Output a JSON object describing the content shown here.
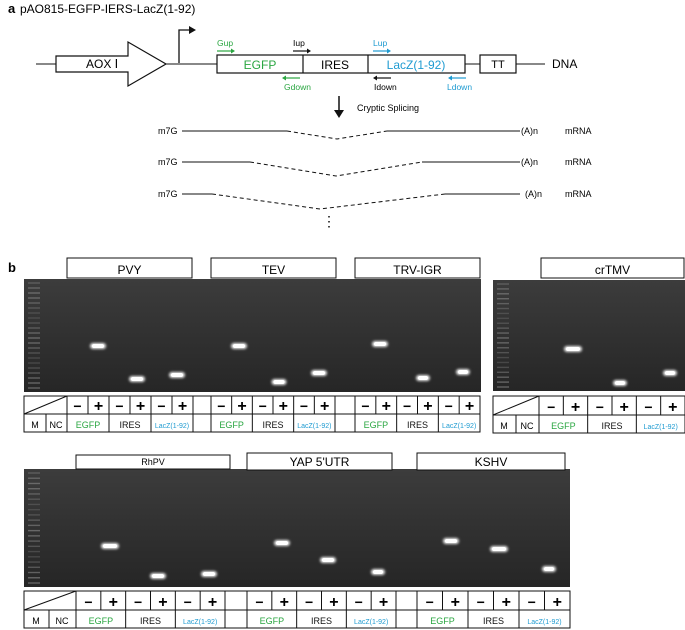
{
  "panel_a": {
    "letter": "a",
    "title": "pAO815-EGFP-IERS-LacZ(1-92)",
    "promoter": "AOX Ⅰ",
    "egfp": "EGFP",
    "ires": "IRES",
    "lacz": "LacZ(1-92)",
    "tt": "TT",
    "dna": "DNA",
    "gup": "Gup",
    "gdown": "Gdown",
    "iup": "Iup",
    "idown": "Idown",
    "lup": "Lup",
    "ldown": "Ldown",
    "splicing": "Cryptic Splicing",
    "cap": "m7G",
    "polya": "(A)n",
    "mrna": "mRNA",
    "ellipsis": "⋮"
  },
  "panel_b": {
    "letter": "b",
    "groups": {
      "pvy": "PVY",
      "tev": "TEV",
      "trv": "TRV-IGR",
      "crtmv": "crTMV",
      "rhpv": "RhPV",
      "yap": "YAP  5'UTR",
      "kshv": "KSHV"
    },
    "minus": "−",
    "plus": "+",
    "m": "M",
    "nc": "NC",
    "egfp": "EGFP",
    "ires": "IRES",
    "lacz": "LacZ(1-92)"
  },
  "colors": {
    "green": "#2aa641",
    "blue": "#1f9bd1",
    "gel_bg": "#2e2e2e",
    "band": "#ececec"
  }
}
